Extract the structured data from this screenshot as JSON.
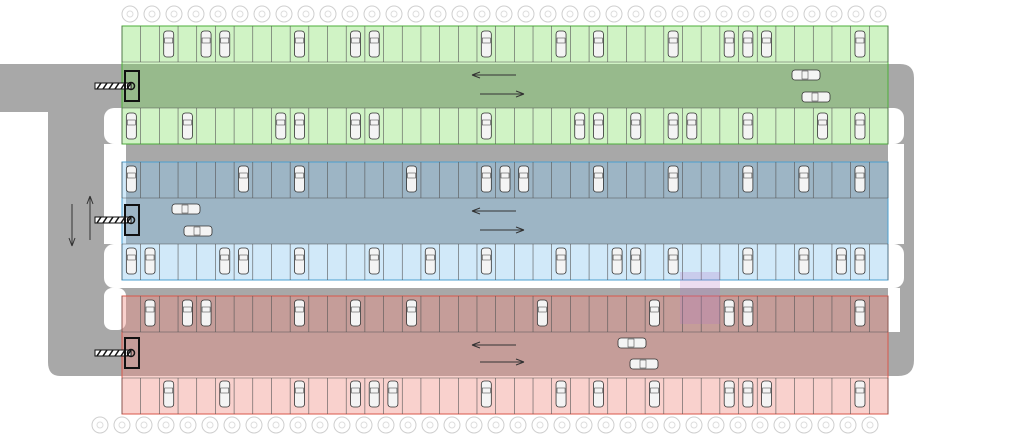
{
  "diagram": {
    "type": "parking-lot-layout",
    "zones": [
      {
        "color": "#8fdc7a",
        "fill": "rgba(120,220,90,0.35)",
        "stroke": "#4caf3a"
      },
      {
        "color": "#9fd4f0",
        "fill": "rgba(140,200,240,0.40)",
        "stroke": "#4b9fcf"
      },
      {
        "color": "#f2a39b",
        "fill": "rgba(240,140,130,0.40)",
        "stroke": "#d9574a"
      }
    ],
    "road_color": "#a8a8a8",
    "stall_line_color": "#444444",
    "barrier_count": 3,
    "entrance_arrows": [
      "down",
      "up"
    ],
    "aisle_arrows": [
      "left",
      "right"
    ]
  }
}
